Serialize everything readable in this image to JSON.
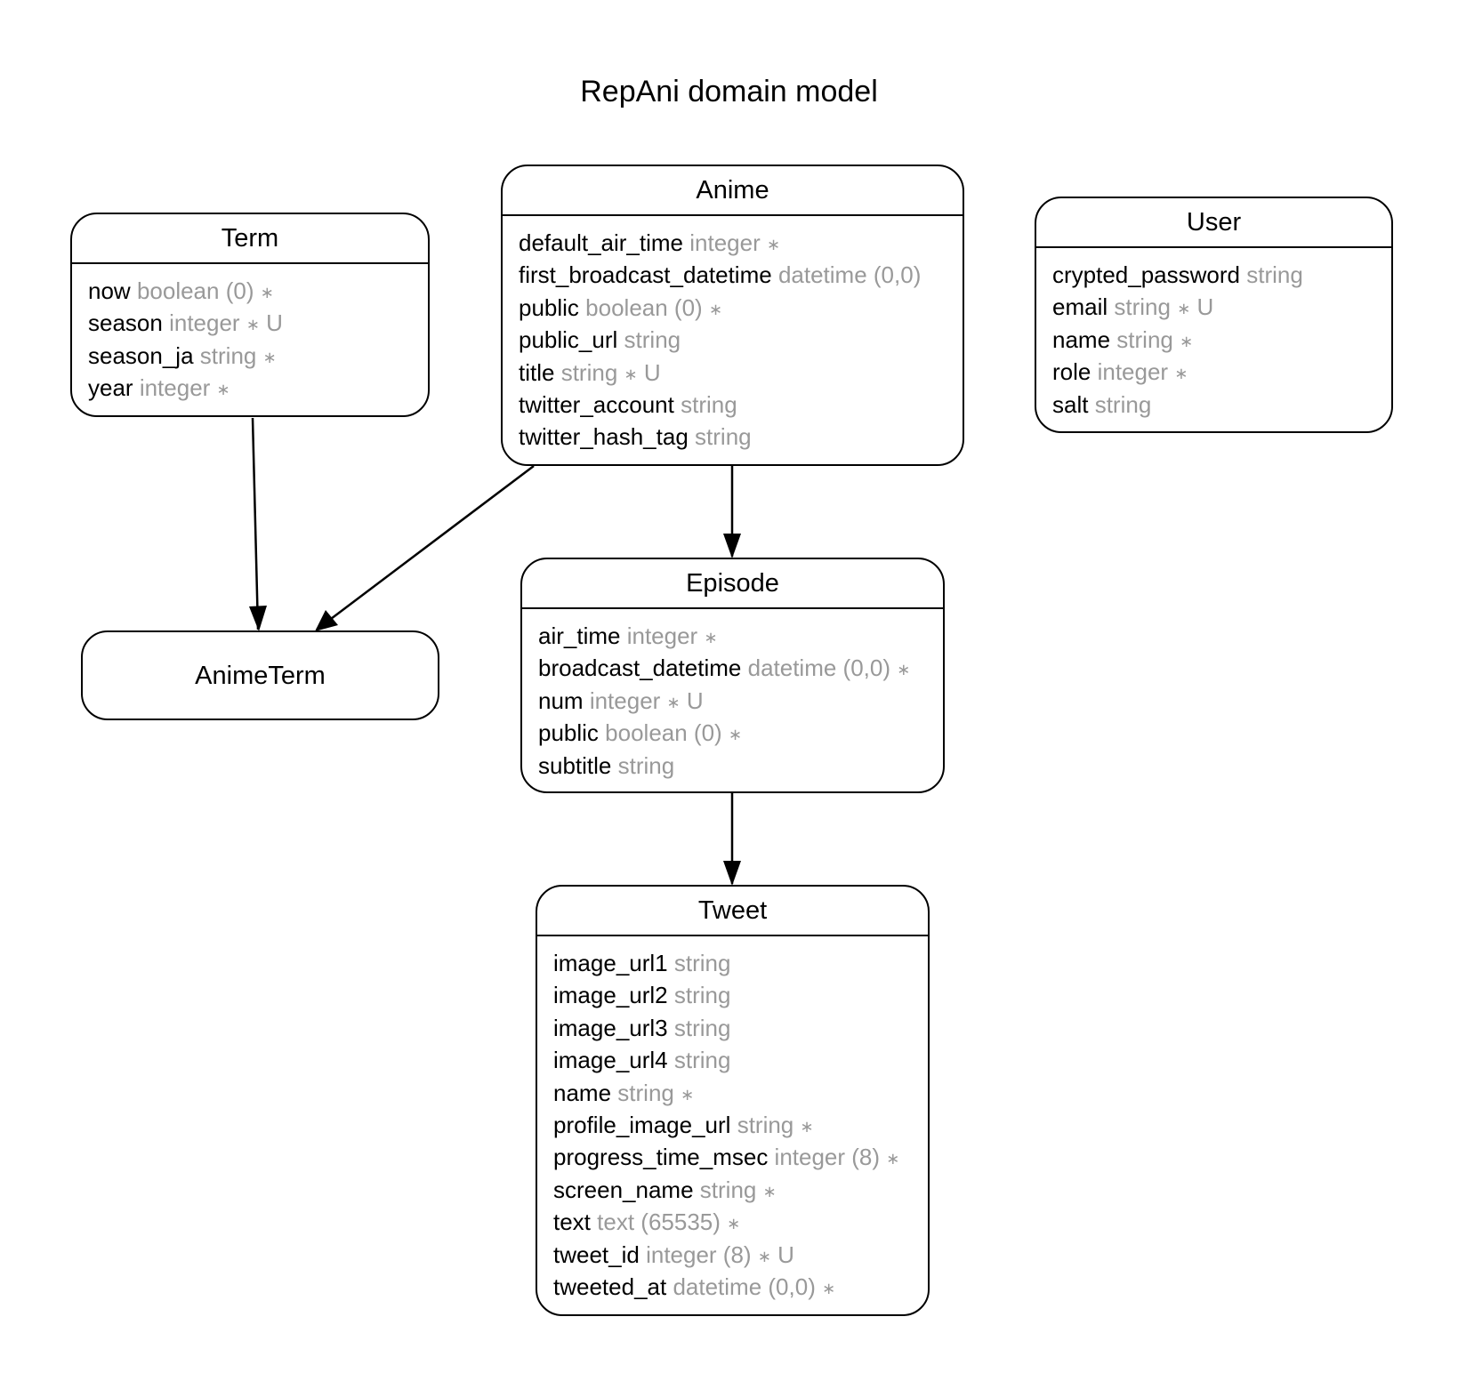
{
  "title": "RepAni domain model",
  "entities": {
    "term": {
      "name": "Term",
      "fields": [
        {
          "name": "now",
          "type": "boolean (0)",
          "required": true,
          "unique": false
        },
        {
          "name": "season",
          "type": "integer",
          "required": true,
          "unique": true
        },
        {
          "name": "season_ja",
          "type": "string",
          "required": true,
          "unique": false
        },
        {
          "name": "year",
          "type": "integer",
          "required": true,
          "unique": false
        }
      ]
    },
    "anime": {
      "name": "Anime",
      "fields": [
        {
          "name": "default_air_time",
          "type": "integer",
          "required": true,
          "unique": false
        },
        {
          "name": "first_broadcast_datetime",
          "type": "datetime (0,0)",
          "required": false,
          "unique": false
        },
        {
          "name": "public",
          "type": "boolean (0)",
          "required": true,
          "unique": false
        },
        {
          "name": "public_url",
          "type": "string",
          "required": false,
          "unique": false
        },
        {
          "name": "title",
          "type": "string",
          "required": true,
          "unique": true
        },
        {
          "name": "twitter_account",
          "type": "string",
          "required": false,
          "unique": false
        },
        {
          "name": "twitter_hash_tag",
          "type": "string",
          "required": false,
          "unique": false
        }
      ]
    },
    "user": {
      "name": "User",
      "fields": [
        {
          "name": "crypted_password",
          "type": "string",
          "required": false,
          "unique": false
        },
        {
          "name": "email",
          "type": "string",
          "required": true,
          "unique": true
        },
        {
          "name": "name",
          "type": "string",
          "required": true,
          "unique": false
        },
        {
          "name": "role",
          "type": "integer",
          "required": true,
          "unique": false
        },
        {
          "name": "salt",
          "type": "string",
          "required": false,
          "unique": false
        }
      ]
    },
    "animeterm": {
      "name": "AnimeTerm",
      "fields": []
    },
    "episode": {
      "name": "Episode",
      "fields": [
        {
          "name": "air_time",
          "type": "integer",
          "required": true,
          "unique": false
        },
        {
          "name": "broadcast_datetime",
          "type": "datetime (0,0)",
          "required": true,
          "unique": false
        },
        {
          "name": "num",
          "type": "integer",
          "required": true,
          "unique": true
        },
        {
          "name": "public",
          "type": "boolean (0)",
          "required": true,
          "unique": false
        },
        {
          "name": "subtitle",
          "type": "string",
          "required": false,
          "unique": false
        }
      ]
    },
    "tweet": {
      "name": "Tweet",
      "fields": [
        {
          "name": "image_url1",
          "type": "string",
          "required": false,
          "unique": false
        },
        {
          "name": "image_url2",
          "type": "string",
          "required": false,
          "unique": false
        },
        {
          "name": "image_url3",
          "type": "string",
          "required": false,
          "unique": false
        },
        {
          "name": "image_url4",
          "type": "string",
          "required": false,
          "unique": false
        },
        {
          "name": "name",
          "type": "string",
          "required": true,
          "unique": false
        },
        {
          "name": "profile_image_url",
          "type": "string",
          "required": true,
          "unique": false
        },
        {
          "name": "progress_time_msec",
          "type": "integer (8)",
          "required": true,
          "unique": false
        },
        {
          "name": "screen_name",
          "type": "string",
          "required": true,
          "unique": false
        },
        {
          "name": "text",
          "type": "text (65535)",
          "required": true,
          "unique": false
        },
        {
          "name": "tweet_id",
          "type": "integer (8)",
          "required": true,
          "unique": true
        },
        {
          "name": "tweeted_at",
          "type": "datetime (0,0)",
          "required": true,
          "unique": false
        }
      ]
    }
  },
  "relations": [
    {
      "from": "Term",
      "to": "AnimeTerm"
    },
    {
      "from": "Anime",
      "to": "AnimeTerm"
    },
    {
      "from": "Anime",
      "to": "Episode"
    },
    {
      "from": "Episode",
      "to": "Tweet"
    }
  ],
  "symbols": {
    "required": "∗",
    "unique": "U"
  },
  "colors": {
    "stroke": "#000000",
    "type_text": "#999999"
  }
}
